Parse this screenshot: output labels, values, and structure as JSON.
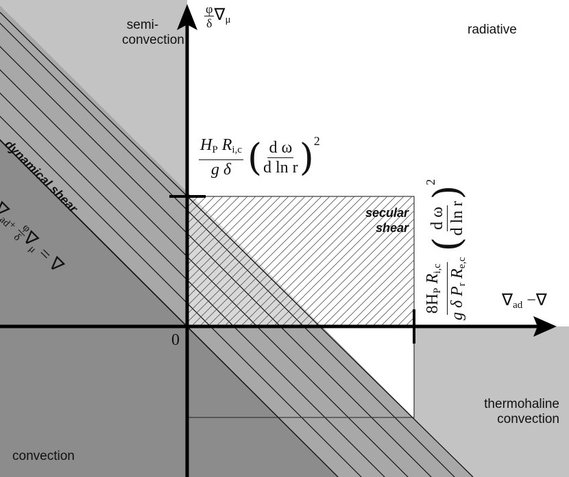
{
  "regions": {
    "semiconvection": "semi-\nconvection",
    "radiative": "radiative",
    "dynamical_shear": "dynamical shear",
    "secular_shear": "secular\nshear",
    "thermohaline": "thermohaline\nconvection",
    "convection": "convection"
  },
  "origin_label": "0",
  "y_axis_label": {
    "frac_num": "φ",
    "frac_den": "δ",
    "symbol": "∇",
    "sub": "μ"
  },
  "x_axis_label": {
    "nabla": "∇",
    "sub": "ad",
    "rest": " −∇"
  },
  "diagonal_label": {
    "nabla1": "∇",
    "sub1": "ad",
    "plus": "+",
    "frac_num": "φ",
    "frac_den": "δ",
    "nabla2": "∇",
    "sub2": "μ",
    "rest": " = ∇"
  },
  "formula_top": {
    "num_H": "H",
    "num_Hsub": "P",
    "num_R": " R",
    "num_Rsub": "i,c",
    "den": "g δ",
    "inner_num": "d ω",
    "inner_den": "d ln r",
    "power": "2"
  },
  "formula_right": {
    "num_8H": "8H",
    "num_Hsub": "P",
    "num_R": " R",
    "num_Rsub": "i,c",
    "den_g": "g δ P",
    "den_Psub": "r",
    "den_R": " R",
    "den_Rsub": "e,c",
    "inner_num": "d ω",
    "inner_den": "d ln r",
    "power": "2"
  },
  "colors": {
    "light_gray": "#c3c3c3",
    "dark_gray": "#8c8c8c",
    "axis": "#000000"
  }
}
